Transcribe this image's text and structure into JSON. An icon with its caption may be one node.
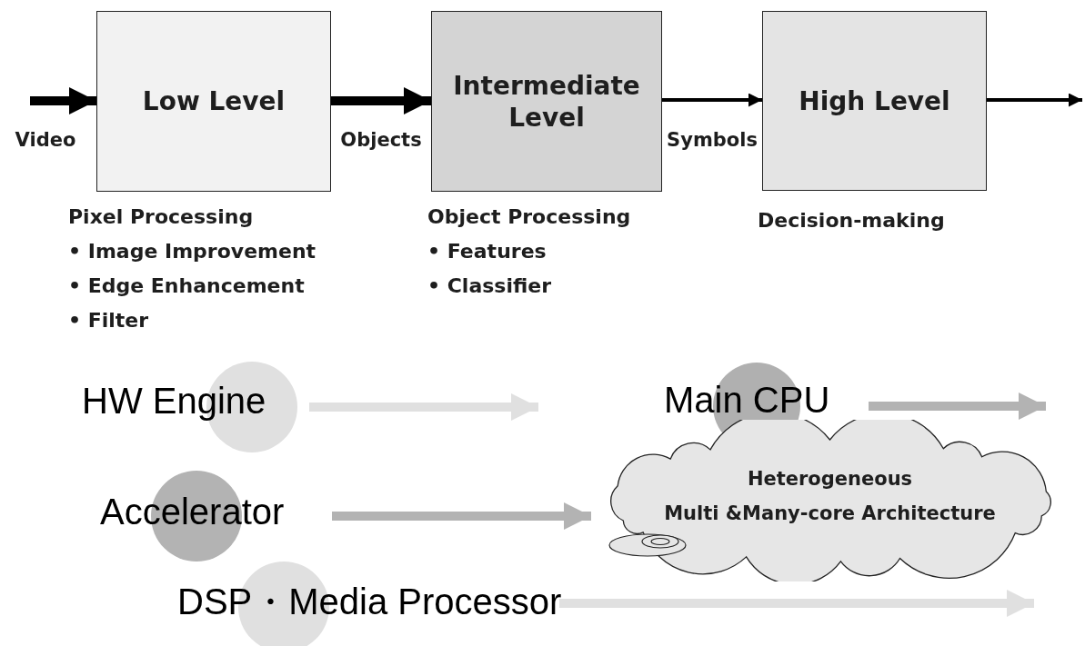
{
  "diagram": {
    "nodes": [
      {
        "text": [
          "Low Level"
        ],
        "beside": [
          "Pixel Processing",
          "• Image Improvement",
          "• Edge Enhancement",
          "• Filter"
        ]
      },
      {
        "text": [
          "Intermediate Level"
        ],
        "beside": [
          "Object Processing",
          "• Features",
          "• Classifier"
        ]
      },
      {
        "text": [
          "High Level"
        ],
        "beside": [
          "Decision-making"
        ]
      },
      {
        "text": [
          "HW Engine"
        ]
      },
      {
        "text": [
          "Accelerator"
        ]
      },
      {
        "text": [
          "Main CPU"
        ]
      },
      {
        "text": [
          "Heterogeneous",
          "Multi &Many-core Architecture"
        ]
      },
      {
        "text": [
          "DSP・Media Processor"
        ]
      }
    ],
    "edges": [
      {
        "from": null,
        "to": 0,
        "arrow": "to",
        "label": "Video"
      },
      {
        "from": 0,
        "to": 1,
        "arrow": "to",
        "label": "Objects"
      },
      {
        "from": 1,
        "to": 2,
        "arrow": "to",
        "label": "Symbols"
      },
      {
        "from": 2,
        "to": null,
        "arrow": "to"
      },
      {
        "from": 3,
        "to": null,
        "arrow": "to",
        "color": "#e0e0e0"
      },
      {
        "from": 4,
        "to": 6,
        "arrow": "to",
        "color": "#b3b3b3"
      },
      {
        "from": 5,
        "to": null,
        "arrow": "to",
        "color": "#b3b3b3"
      },
      {
        "from": 7,
        "to": null,
        "arrow": "to",
        "color": "#e0e0e0"
      }
    ]
  }
}
